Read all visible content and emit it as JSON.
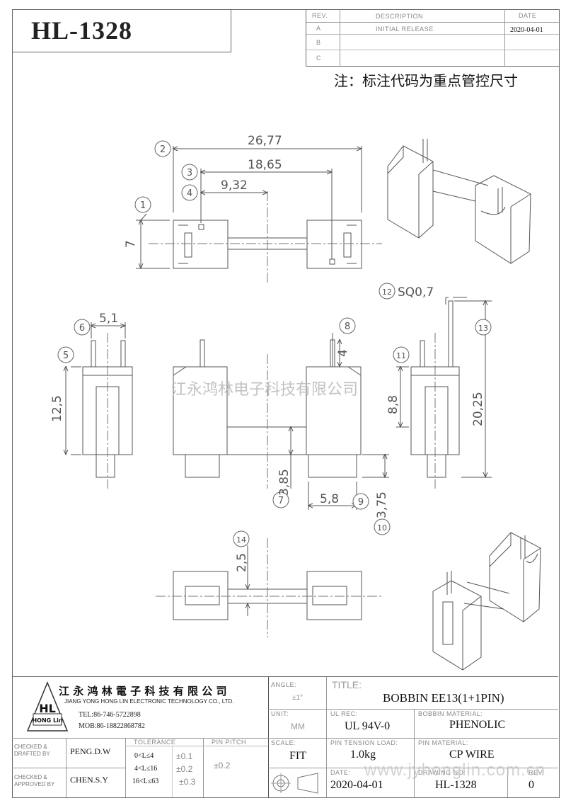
{
  "header": {
    "part_number": "HL-1328",
    "note": "注：标注代码为重点管控尺寸"
  },
  "revision_table": {
    "headers": {
      "rev": "REV.",
      "description": "DESCRIPTION",
      "date": "DATE"
    },
    "rows": [
      {
        "rev": "A",
        "description": "INITIAL RELEASE",
        "date": "2020-04-01"
      },
      {
        "rev": "B",
        "description": "",
        "date": ""
      },
      {
        "rev": "C",
        "description": "",
        "date": ""
      }
    ]
  },
  "drawing": {
    "dims": {
      "d1": "7",
      "d2": "26,77",
      "d3": "18,65",
      "d4": "9,32",
      "d5": "12,5",
      "d6": "5,1",
      "d7": "3,85",
      "d8": "4",
      "d9": "5,8",
      "d10": "3,75",
      "d11": "8,8",
      "d12": "SQ0,7",
      "d13": "20,25",
      "d14": "2,5"
    },
    "balloons": [
      "1",
      "2",
      "3",
      "4",
      "5",
      "6",
      "7",
      "8",
      "9",
      "10",
      "11",
      "12",
      "13",
      "14"
    ],
    "watermark": "江永鸿林电子科技有限公司"
  },
  "title_block": {
    "company_cn": "江 永 鸿 林 電 子 科 技 有 限 公 司",
    "company_en": "JIANG YONG HONG LIN ELECTRONIC TECHNOLOGY CO., LTD.",
    "tel": "TEL:86-746-5722898",
    "mob": "MOB:86-18822868782",
    "logo_text": "HL",
    "logo_sub": "HONG Lin",
    "checked_drafted_label": "CHECKED & DRAFTED BY",
    "checked_drafted_value": "PENG.D.W",
    "checked_approved_label": "CHECKED & APPROVED BY",
    "checked_approved_value": "CHEN.S.Y",
    "tolerance_label": "TOLERANCE",
    "tolerance_rows": [
      {
        "range": "0<L≤4",
        "tol": "±0.1"
      },
      {
        "range": "4<L≤16",
        "tol": "±0.2"
      },
      {
        "range": "16<L≤63",
        "tol": "±0.3"
      }
    ],
    "pin_pitch_label": "PIN PITCH",
    "pin_pitch_value": "±0.2",
    "angle_label": "ANGLE:",
    "angle_value": "±1°",
    "title_label": "TITLE:",
    "title_value": "BOBBIN EE13(1+1PIN)",
    "unit_label": "UNIT:",
    "unit_value": "MM",
    "ul_rec_label": "UL REC:",
    "ul_rec_value": "UL 94V-0",
    "bobbin_material_label": "BOBBIN MATERIAL:",
    "bobbin_material_value": "PHENOLIC",
    "scale_label": "SCALE:",
    "scale_value": "FIT",
    "pin_tension_label": "PIN TENSION LOAD:",
    "pin_tension_value": "1.0kg",
    "pin_material_label": "PIN MATERIAL:",
    "pin_material_value": "CP WIRE",
    "date_label": "DATE:",
    "date_value": "2020-04-01",
    "drawing_no_label": "DRAWING NO:",
    "drawing_no_value": "HL-1328",
    "rev_label": "REV:",
    "rev_value": "0",
    "watermark_url": "www.jyhonglin.com.cn"
  }
}
